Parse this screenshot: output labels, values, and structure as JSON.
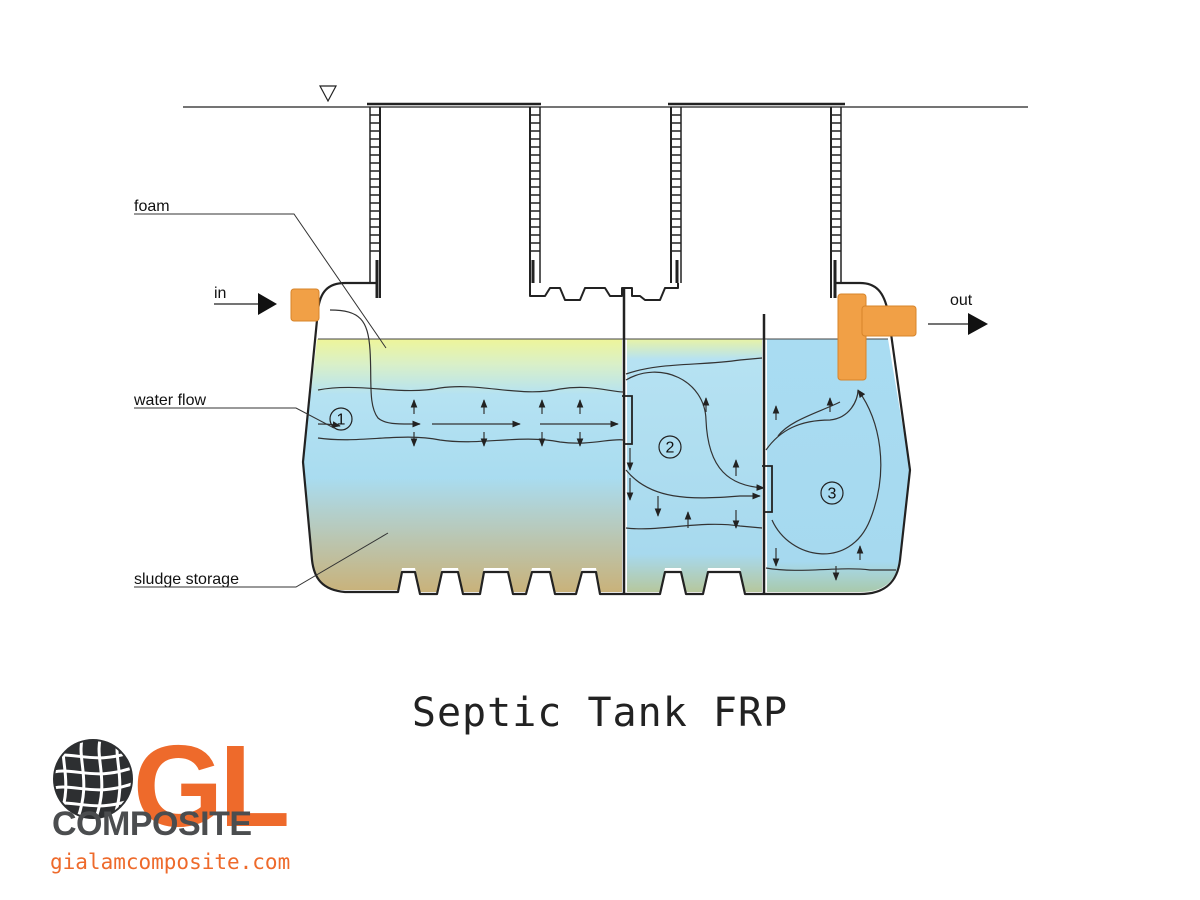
{
  "labels": {
    "foam": "foam",
    "water_flow": "water flow",
    "sludge_storage": "sludge storage",
    "in": "in",
    "out": "out"
  },
  "chambers": [
    "1",
    "2",
    "3"
  ],
  "title": "Septic Tank FRP",
  "brand": {
    "mark": "GL",
    "name": "COMPOSITE",
    "website": "gialamcomposite.com",
    "orange": "#ee6a2b",
    "gray": "#4b4d4f"
  },
  "colors": {
    "water": "#a9dcf2",
    "foam": "#eef59a",
    "sludge": "#c9b27a",
    "pipe": "#f1a046"
  }
}
